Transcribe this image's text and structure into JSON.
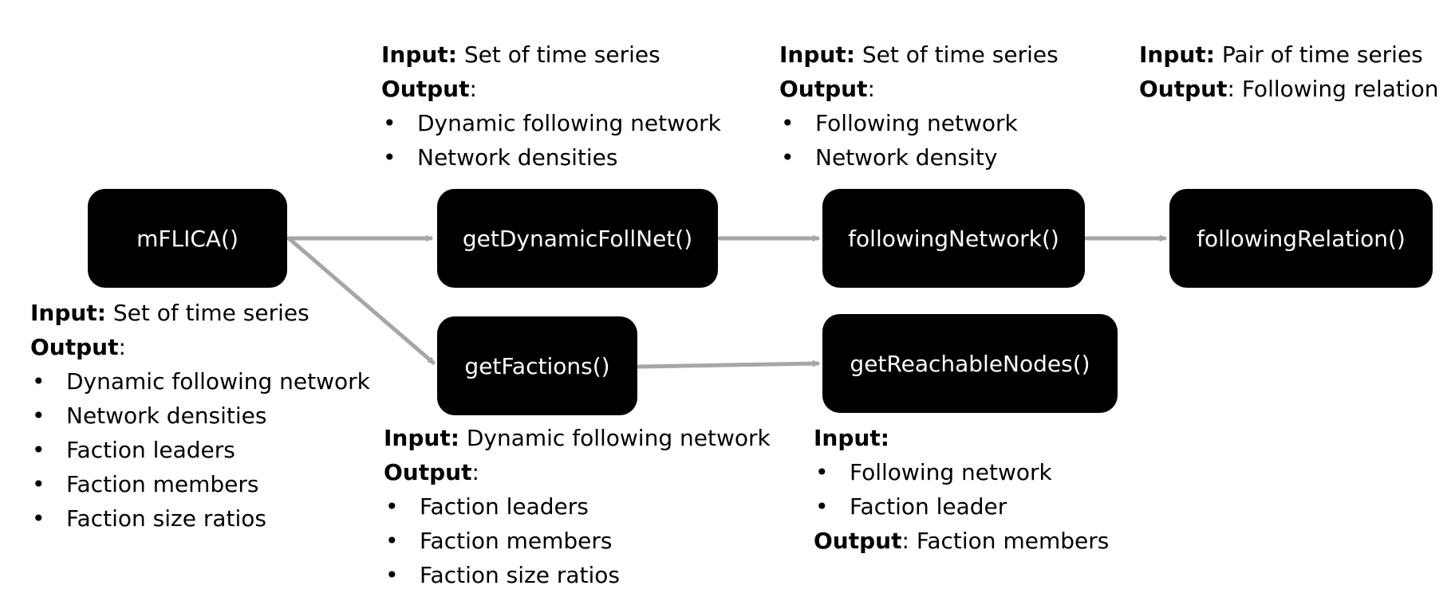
{
  "labels": {
    "input": "Input:",
    "output": "Output",
    "output_colon": "Output:"
  },
  "nodes": {
    "mflica": "mFLICA()",
    "get_dynamic_foll_net": "getDynamicFollNet()",
    "following_network": "followingNetwork()",
    "following_relation": "followingRelation()",
    "get_factions": "getFactions()",
    "get_reachable_nodes": "getReachableNodes()"
  },
  "notes": {
    "mflica": {
      "input": "Set of time series",
      "outputs": [
        "Dynamic following network",
        "Network densities",
        "Faction leaders",
        "Faction members",
        "Faction size ratios"
      ]
    },
    "get_dynamic_foll_net": {
      "input": "Set of time series",
      "outputs": [
        "Dynamic following network",
        "Network densities"
      ]
    },
    "following_network": {
      "input": "Set of time series",
      "outputs": [
        "Following network",
        "Network density"
      ]
    },
    "following_relation": {
      "input": "Pair of time series",
      "output": "Following relation"
    },
    "get_factions": {
      "input": "Dynamic following network",
      "outputs": [
        "Faction leaders",
        "Faction members",
        "Faction size ratios"
      ]
    },
    "get_reachable_nodes": {
      "inputs": [
        "Following network",
        "Faction leader"
      ],
      "output": "Faction members"
    }
  },
  "colors": {
    "node_fill": "#000000",
    "node_text": "#ffffff",
    "arrow": "#a6a6a6"
  }
}
